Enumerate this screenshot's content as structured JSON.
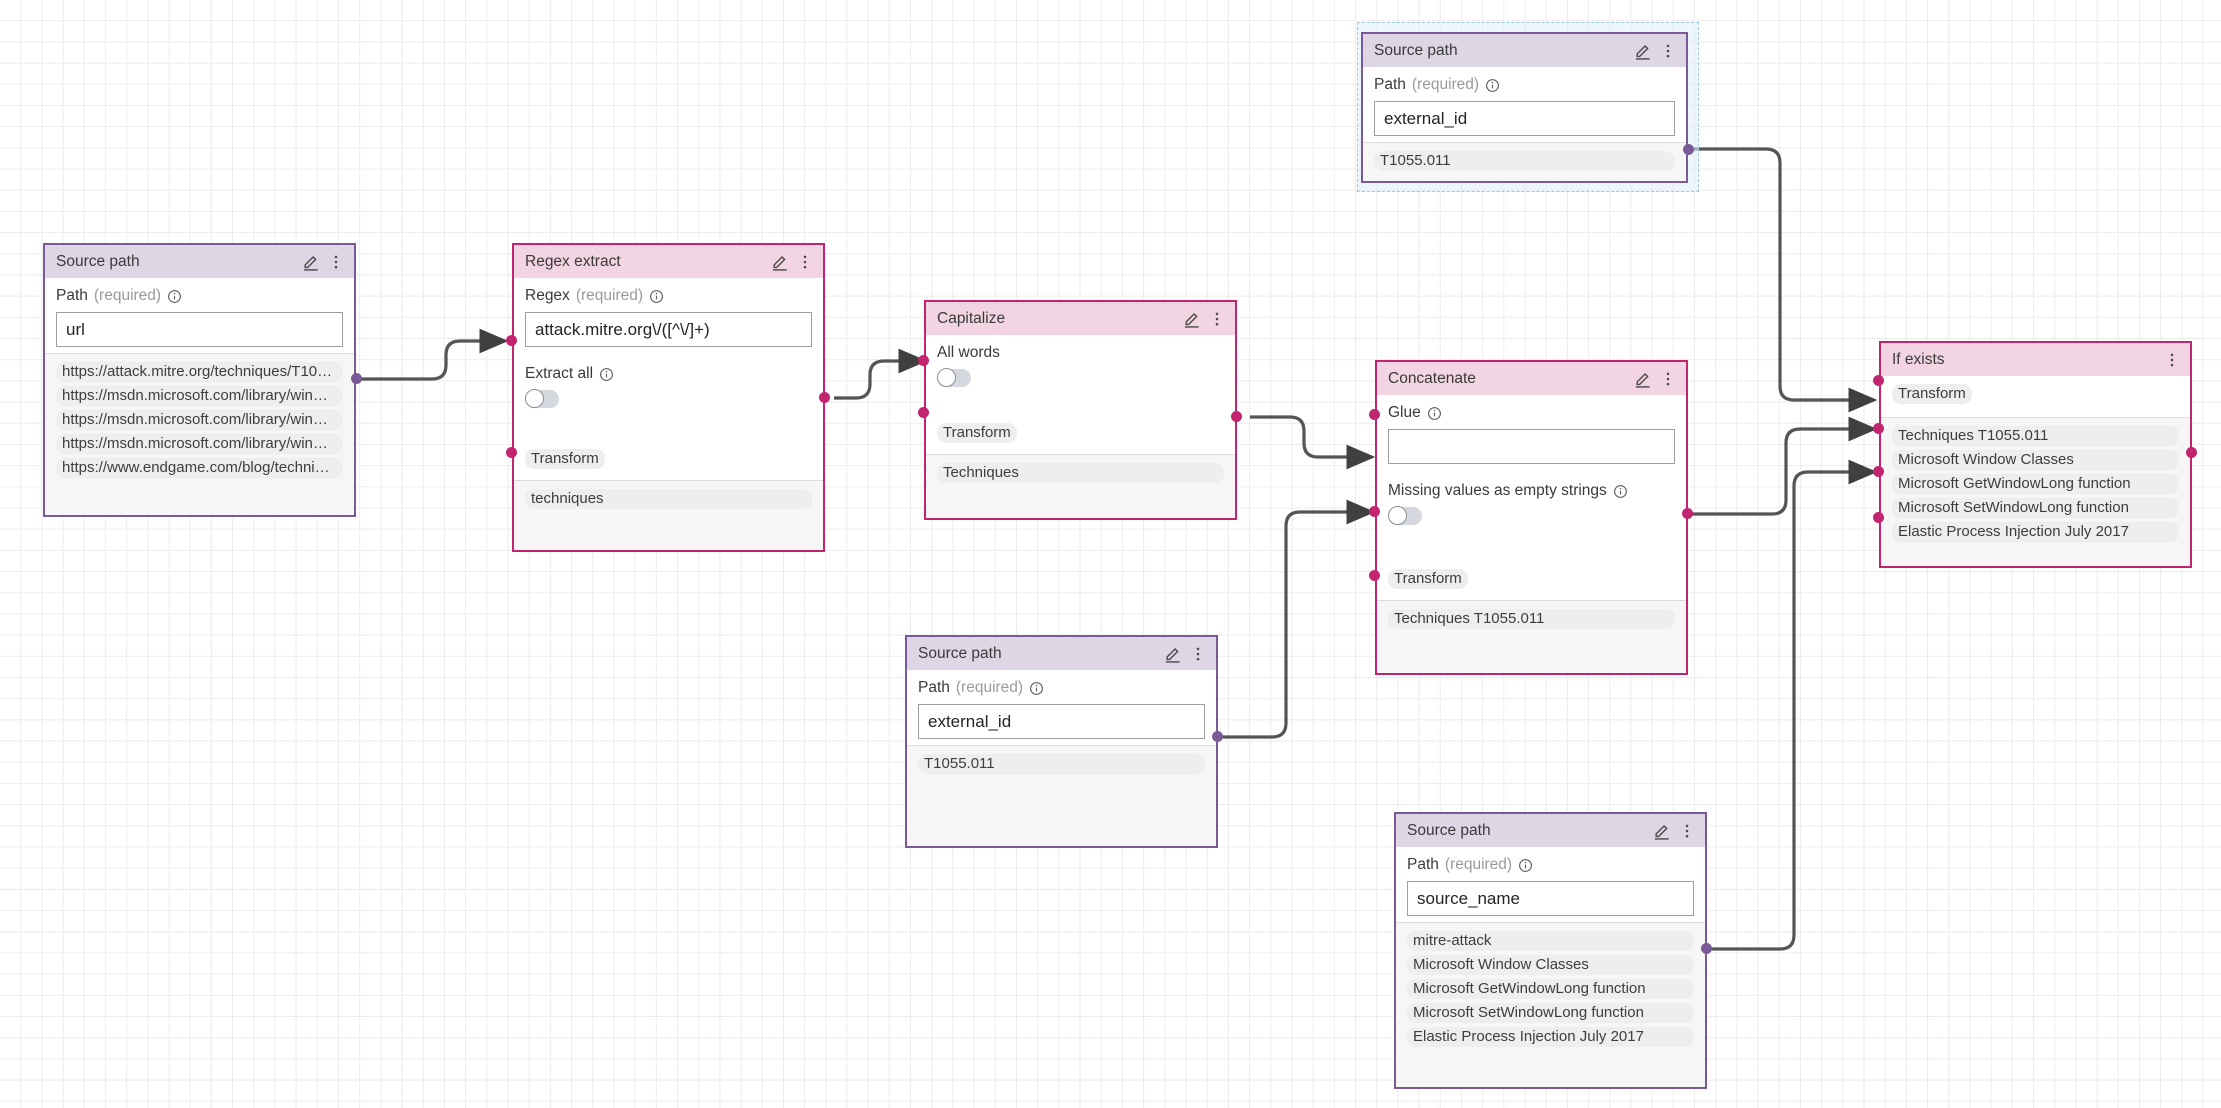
{
  "canvas": {
    "background_color": "#ffffff",
    "grid_color": "#ececec",
    "edge_color": "#555555",
    "accent_purple": "#7a5a96",
    "accent_pink": "#c2256f",
    "header_purple": "#ded5e5",
    "header_pink": "#f2d4e2",
    "selection_color": "#9ecbe3"
  },
  "labels": {
    "required": "(required)",
    "transform": "Transform",
    "edit_icon": "pencil-edit-icon",
    "menu_icon": "more-vertical-icon",
    "info_icon": "info-circle-icon"
  },
  "nodes": [
    {
      "id": "source-path-url",
      "type": "Source path",
      "title": "Source path",
      "accent": "purple",
      "selected": false,
      "field_label": "Path",
      "field_required": "(required)",
      "value": "url",
      "has_edit": true,
      "has_menu": true,
      "outputs": [
        "https://attack.mitre.org/techniques/T10…",
        "https://msdn.microsoft.com/library/win…",
        "https://msdn.microsoft.com/library/win…",
        "https://msdn.microsoft.com/library/win…",
        "https://www.endgame.com/blog/techni…"
      ]
    },
    {
      "id": "regex-extract",
      "type": "Regex extract",
      "title": "Regex extract",
      "accent": "pink",
      "selected": false,
      "field_label": "Regex",
      "field_required": "(required)",
      "value": "attack.mitre.org\\/([^\\/]+)",
      "toggle_label": "Extract all",
      "toggle_on": false,
      "transform_label": "Transform",
      "has_edit": true,
      "has_menu": true,
      "outputs": [
        "techniques"
      ]
    },
    {
      "id": "capitalize",
      "type": "Capitalize",
      "title": "Capitalize",
      "accent": "pink",
      "selected": false,
      "toggle_label": "All words",
      "toggle_on": false,
      "transform_label": "Transform",
      "has_edit": true,
      "has_menu": true,
      "outputs": [
        "Techniques"
      ]
    },
    {
      "id": "source-path-external-id-top",
      "type": "Source path",
      "title": "Source path",
      "accent": "purple",
      "selected": true,
      "field_label": "Path",
      "field_required": "(required)",
      "value": "external_id",
      "has_edit": true,
      "has_menu": true,
      "outputs": [
        "T1055.011"
      ]
    },
    {
      "id": "source-path-external-id-mid",
      "type": "Source path",
      "title": "Source path",
      "accent": "purple",
      "selected": false,
      "field_label": "Path",
      "field_required": "(required)",
      "value": "external_id",
      "has_edit": true,
      "has_menu": true,
      "outputs": [
        "T1055.011"
      ]
    },
    {
      "id": "concatenate",
      "type": "Concatenate",
      "title": "Concatenate",
      "accent": "pink",
      "selected": false,
      "field_label": "Glue",
      "field_required": "",
      "value": "",
      "toggle_label": "Missing values as empty strings",
      "toggle_on": false,
      "transform_label": "Transform",
      "has_edit": true,
      "has_menu": true,
      "outputs": [
        "Techniques T1055.011"
      ]
    },
    {
      "id": "source-path-source-name",
      "type": "Source path",
      "title": "Source path",
      "accent": "purple",
      "selected": false,
      "field_label": "Path",
      "field_required": "(required)",
      "value": "source_name",
      "has_edit": true,
      "has_menu": true,
      "outputs": [
        "mitre-attack",
        "Microsoft Window Classes",
        "Microsoft GetWindowLong function",
        "Microsoft SetWindowLong function",
        "Elastic Process Injection July 2017"
      ]
    },
    {
      "id": "if-exists",
      "type": "If exists",
      "title": "If exists",
      "accent": "pink",
      "selected": false,
      "transform_label": "Transform",
      "has_edit": false,
      "has_menu": true,
      "outputs": [
        "Techniques T1055.011",
        "Microsoft Window Classes",
        "Microsoft GetWindowLong function",
        "Microsoft SetWindowLong function",
        "Elastic Process Injection July 2017"
      ]
    }
  ]
}
